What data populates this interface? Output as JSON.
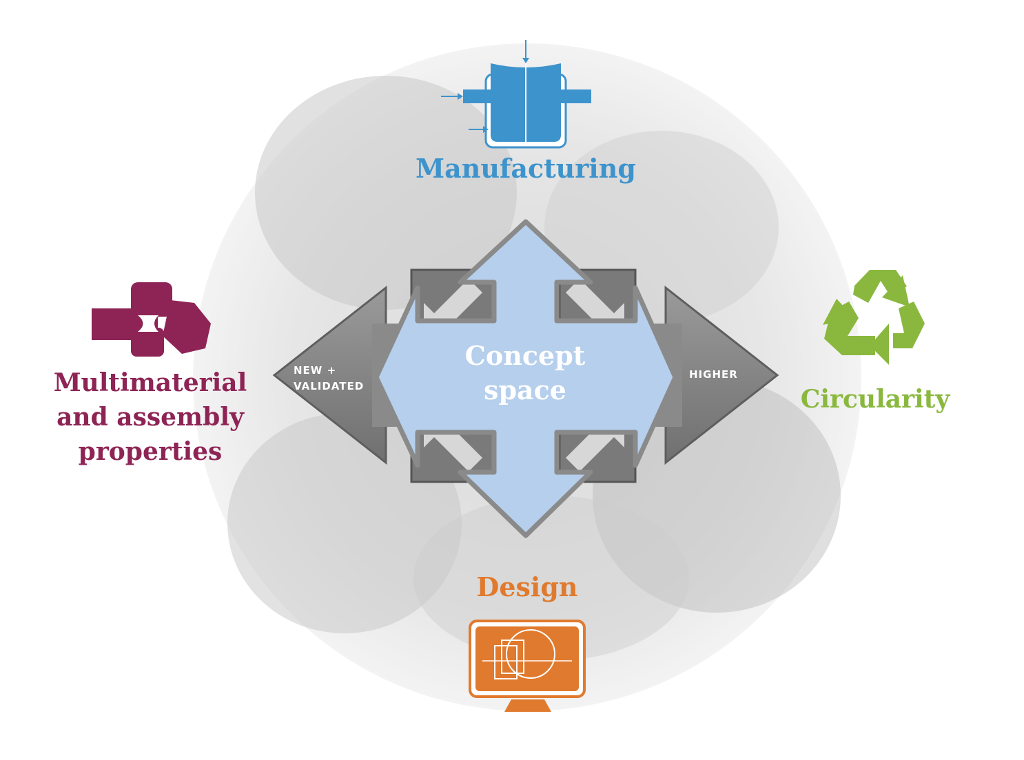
{
  "labels": {
    "manufacturing": "Manufacturing",
    "circularity": "Circularity",
    "design": "Design",
    "multimaterial_line1": "Multimaterial",
    "multimaterial_line2": "and assembly",
    "multimaterial_line3": "properties",
    "concept_line1": "Concept",
    "concept_line2": "space",
    "left_arrow_line1": "NEW +",
    "left_arrow_line2": "VALIDATED",
    "right_arrow": "HIGHER"
  },
  "colors": {
    "manufacturing": "#3d93cc",
    "circularity": "#8ab83f",
    "design": "#e07a2e",
    "multimaterial": "#8e2455",
    "concept_fill": "#b5cfec",
    "arrow_gray": "#8a8a8a",
    "arrow_dark": "#6e6e6e",
    "circle_bg": "#eeeeee"
  },
  "icons": {
    "manufacturing": "press-mold-icon",
    "circularity": "recycle-icon",
    "design": "monitor-cad-icon",
    "multimaterial": "material-blocks-icon"
  }
}
